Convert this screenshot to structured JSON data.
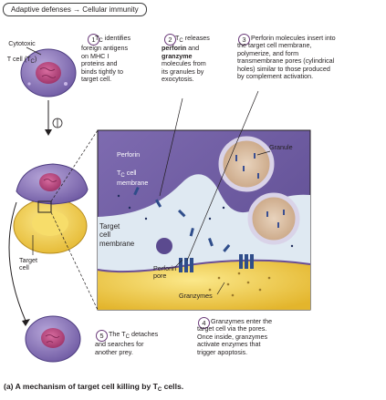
{
  "breadcrumb": {
    "part1": "Adaptive defenses",
    "arrow": "→",
    "part2": "Cellular immunity"
  },
  "labels": {
    "cytotoxic_line1": "Cytotoxic",
    "cytotoxic_line2": "T cell (T",
    "cytotoxic_sub": "C",
    "cytotoxic_end": ")",
    "target_cell": "Target\ncell",
    "granule": "Granule",
    "perforin": "Perforin",
    "tc_cell_membrane_pre": "T",
    "tc_cell_membrane_sub": "C",
    "tc_cell_membrane_post": " cell\nmembrane",
    "target_cell_membrane": "Target\ncell\nmembrane",
    "perforin_pore": "Perforin\npore",
    "granzymes": "Granzymes"
  },
  "steps": [
    {
      "num": "1",
      "text_a": "T",
      "text_sub": "C",
      "text_b": " identifies\nforeign antigens\non MHC I\nproteins and\nbinds tightly to\ntarget cell."
    },
    {
      "num": "2",
      "text_a": "T",
      "text_sub": "C",
      "text_b": " releases",
      "bold1": "perforin",
      "mid": " and",
      "bold2": "granzyme",
      "text_c": "molecules from\nits granules by\nexocytosis."
    },
    {
      "num": "3",
      "text": "Perforin molecules insert into\nthe target cell membrane,\npolymerize, and form\ntransmembrane pores (cylindrical\nholes) similar to those produced\nby complement activation."
    },
    {
      "num": "4",
      "text": "Granzymes enter the\ntarget cell via the pores.\nOnce inside, granzymes\nactivate enzymes that\ntrigger apoptosis."
    },
    {
      "num": "5",
      "text_a": "The T",
      "text_sub": "C",
      "text_b": " detaches\nand  searches for\nanother prey."
    }
  ],
  "caption": {
    "prefix": "(a) A mechanism of target cell killing by T",
    "sub": "C",
    "suffix": " cells."
  },
  "colors": {
    "tc_cell": "#8a74b8",
    "tc_cell_dark": "#5e4a92",
    "nucleus": "#c24f86",
    "target_yellow": "#f2d24a",
    "membrane_band": "#dfe9f2",
    "granule_fill": "#d9bfa3",
    "pore_blue": "#2f4d8a",
    "step_ring": "#6b3b7a"
  }
}
